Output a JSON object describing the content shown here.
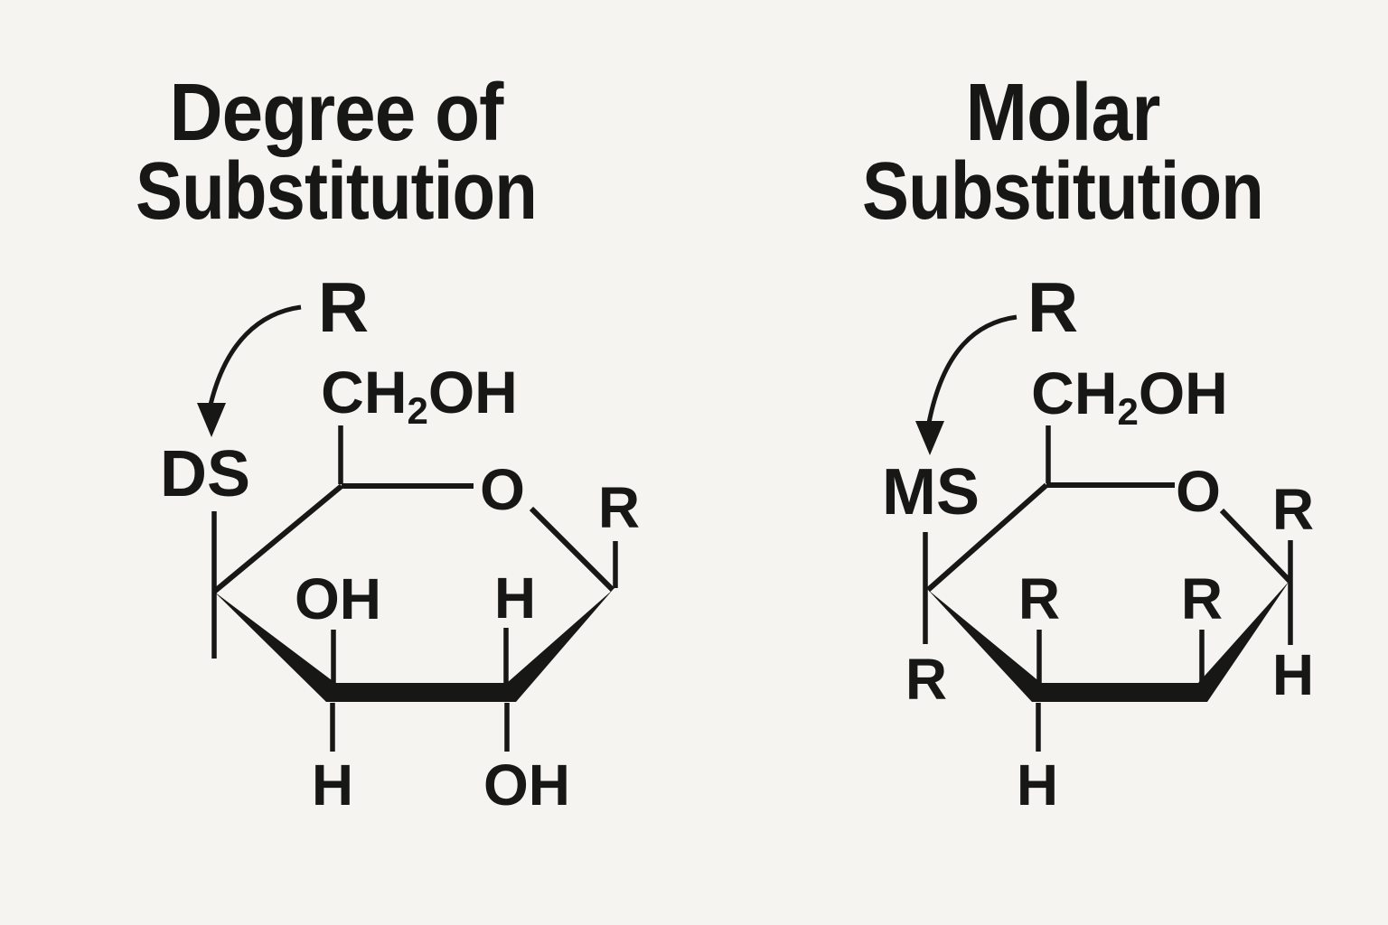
{
  "figure": {
    "background": "#f5f4f0",
    "ink": "#171716",
    "panels": {
      "ds": {
        "title_line1": "Degree of",
        "title_line2": "Substitution",
        "arrow_source_label": "R",
        "abbreviation": "DS",
        "ch2oh": {
          "main": "CH",
          "sub": "2",
          "tail": "OH"
        },
        "ring_oxygen": "O",
        "anomeric_substituent": "R",
        "c3_up_label": "OH",
        "c2_up_label": "H",
        "c3_down_label": "H",
        "c2_down_label": "OH"
      },
      "ms": {
        "title_line1": "Molar",
        "title_line2": "Substitution",
        "arrow_source_label": "R",
        "abbreviation": "MS",
        "ch2oh": {
          "main": "CH",
          "sub": "2",
          "tail": "OH"
        },
        "ring_oxygen": "O",
        "anomeric_substituent": "R",
        "anomeric_down_label": "H",
        "c4_down_label": "R",
        "c3_up_label": "R",
        "c2_up_label": "R",
        "c3_down_label": "H"
      }
    }
  }
}
